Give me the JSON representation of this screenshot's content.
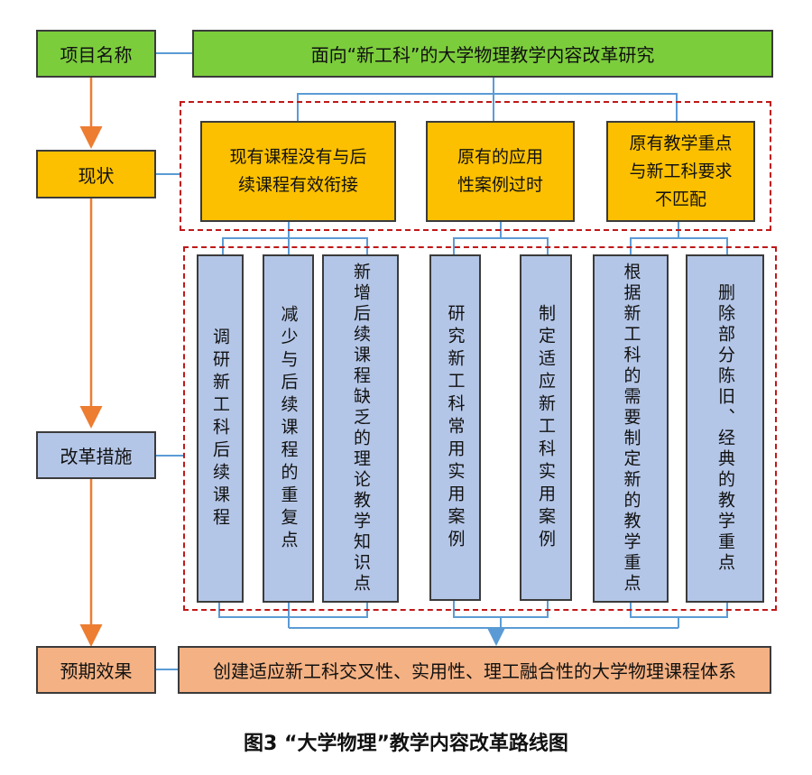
{
  "row_labels": {
    "project_name": "项目名称",
    "status": "现状",
    "measures": "改革措施",
    "expected": "预期效果"
  },
  "project_title": "面向“新工科”的大学物理教学内容改革研究",
  "status_items": [
    "现有课程没有与后续课程有效衔接",
    "原有的应用性案例过时",
    "原有教学重点与新工科要求不匹配"
  ],
  "measure_items": [
    "调研新工科后续课程",
    "减少与后续课程的重复点",
    "新增后续课程缺乏的理论教学知识点",
    "研究新工科常用实用案例",
    "制定适应新工科实用案例",
    "根据新工科的需要制定新的教学重点",
    "删除部分陈旧、经典的教学重点"
  ],
  "expected_result": "创建适应新工科交叉性、实用性、理工融合性的大学物理课程体系",
  "caption": "图3 “大学物理”教学内容改革路线图",
  "colors": {
    "green": "#7ccd3c",
    "yellow": "#fcc000",
    "blue": "#b4c6e7",
    "salmon": "#f4b183",
    "arrow": "#ed7d31",
    "connector": "#5b9bd5",
    "dash": "#c01818"
  }
}
